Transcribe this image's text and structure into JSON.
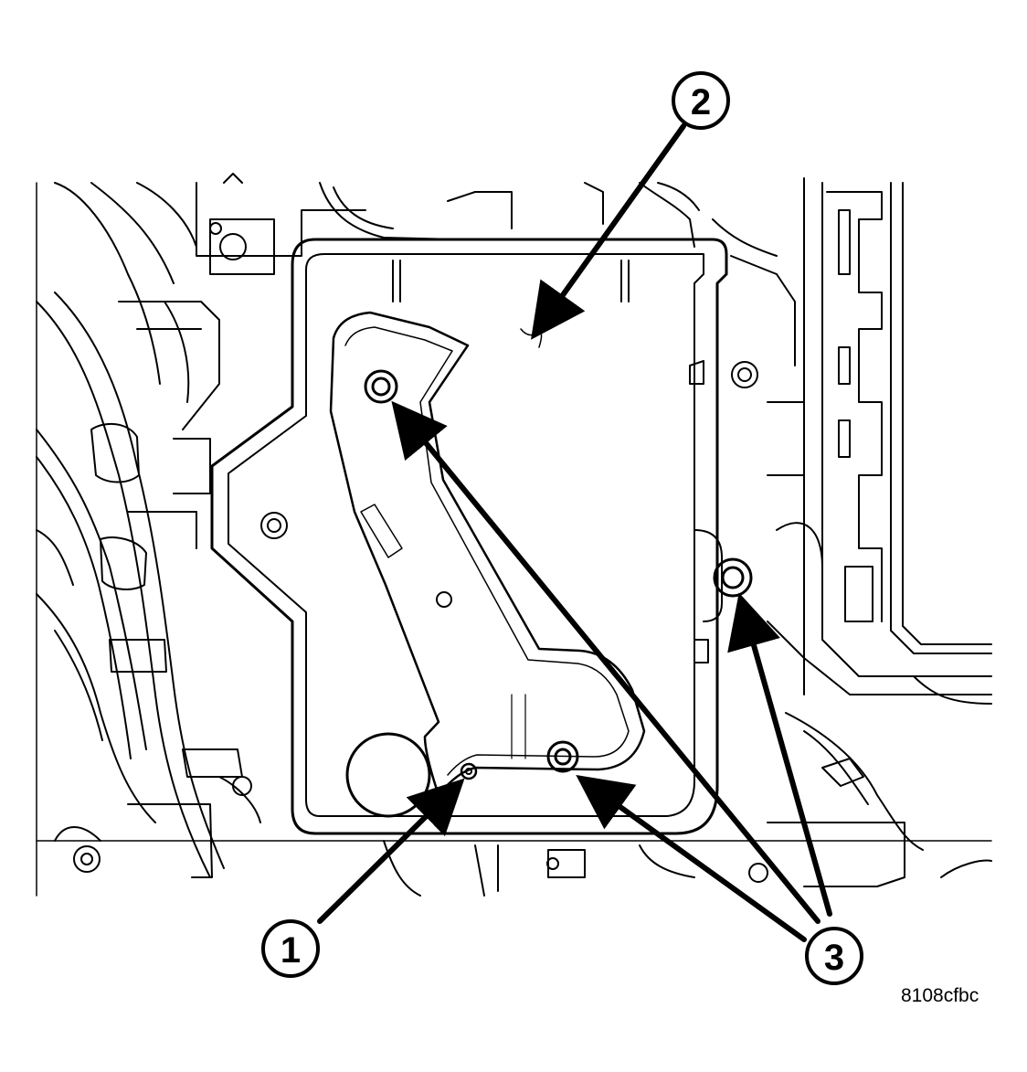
{
  "callouts": [
    {
      "label": "1"
    },
    {
      "label": "2"
    },
    {
      "label": "3"
    }
  ],
  "figure_code": "8108cfbc"
}
